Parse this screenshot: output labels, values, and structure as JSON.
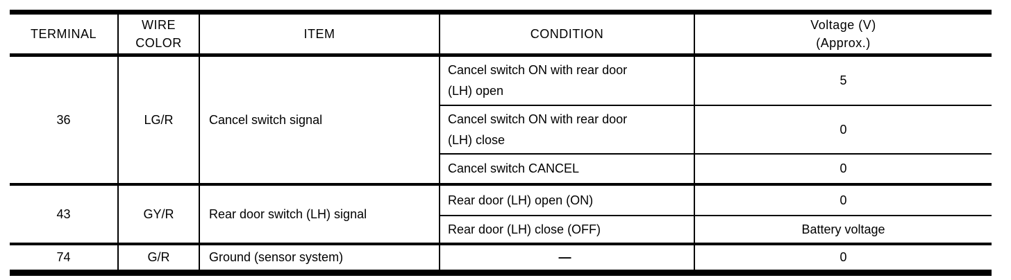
{
  "colors": {
    "background": "#ffffff",
    "text": "#000000",
    "border": "#000000"
  },
  "table": {
    "headers": [
      {
        "id": "terminal",
        "lines": [
          "TERMINAL"
        ]
      },
      {
        "id": "wire-color",
        "lines": [
          "WIRE",
          "COLOR"
        ]
      },
      {
        "id": "item",
        "lines": [
          "ITEM"
        ]
      },
      {
        "id": "condition",
        "lines": [
          "CONDITION"
        ]
      },
      {
        "id": "voltage",
        "lines": [
          "Voltage (V)",
          "(Approx.)"
        ]
      }
    ],
    "groups": [
      {
        "terminal": "36",
        "wire_color": "LG/R",
        "item": "Cancel switch signal",
        "rows": [
          {
            "condition": "Cancel switch ON with rear door (LH) open",
            "condition_lines": [
              "Cancel switch ON with rear door",
              "(LH) open"
            ],
            "voltage": "5"
          },
          {
            "condition": "Cancel switch ON with rear door (LH) close",
            "condition_lines": [
              "Cancel switch ON with rear door",
              "(LH) close"
            ],
            "voltage": "0"
          },
          {
            "condition": "Cancel switch CANCEL",
            "condition_lines": [
              "Cancel switch CANCEL"
            ],
            "voltage": "0"
          }
        ]
      },
      {
        "terminal": "43",
        "wire_color": "GY/R",
        "item": "Rear door switch (LH) signal",
        "rows": [
          {
            "condition": "Rear door (LH) open (ON)",
            "condition_lines": [
              "Rear door (LH) open (ON)"
            ],
            "voltage": "0"
          },
          {
            "condition": "Rear door (LH) close (OFF)",
            "condition_lines": [
              "Rear door (LH) close (OFF)"
            ],
            "voltage": "Battery voltage"
          }
        ]
      },
      {
        "terminal": "74",
        "wire_color": "G/R",
        "item": "Ground (sensor system)",
        "rows": [
          {
            "condition": "—",
            "condition_lines": [
              "—"
            ],
            "voltage": "0"
          }
        ]
      }
    ]
  }
}
